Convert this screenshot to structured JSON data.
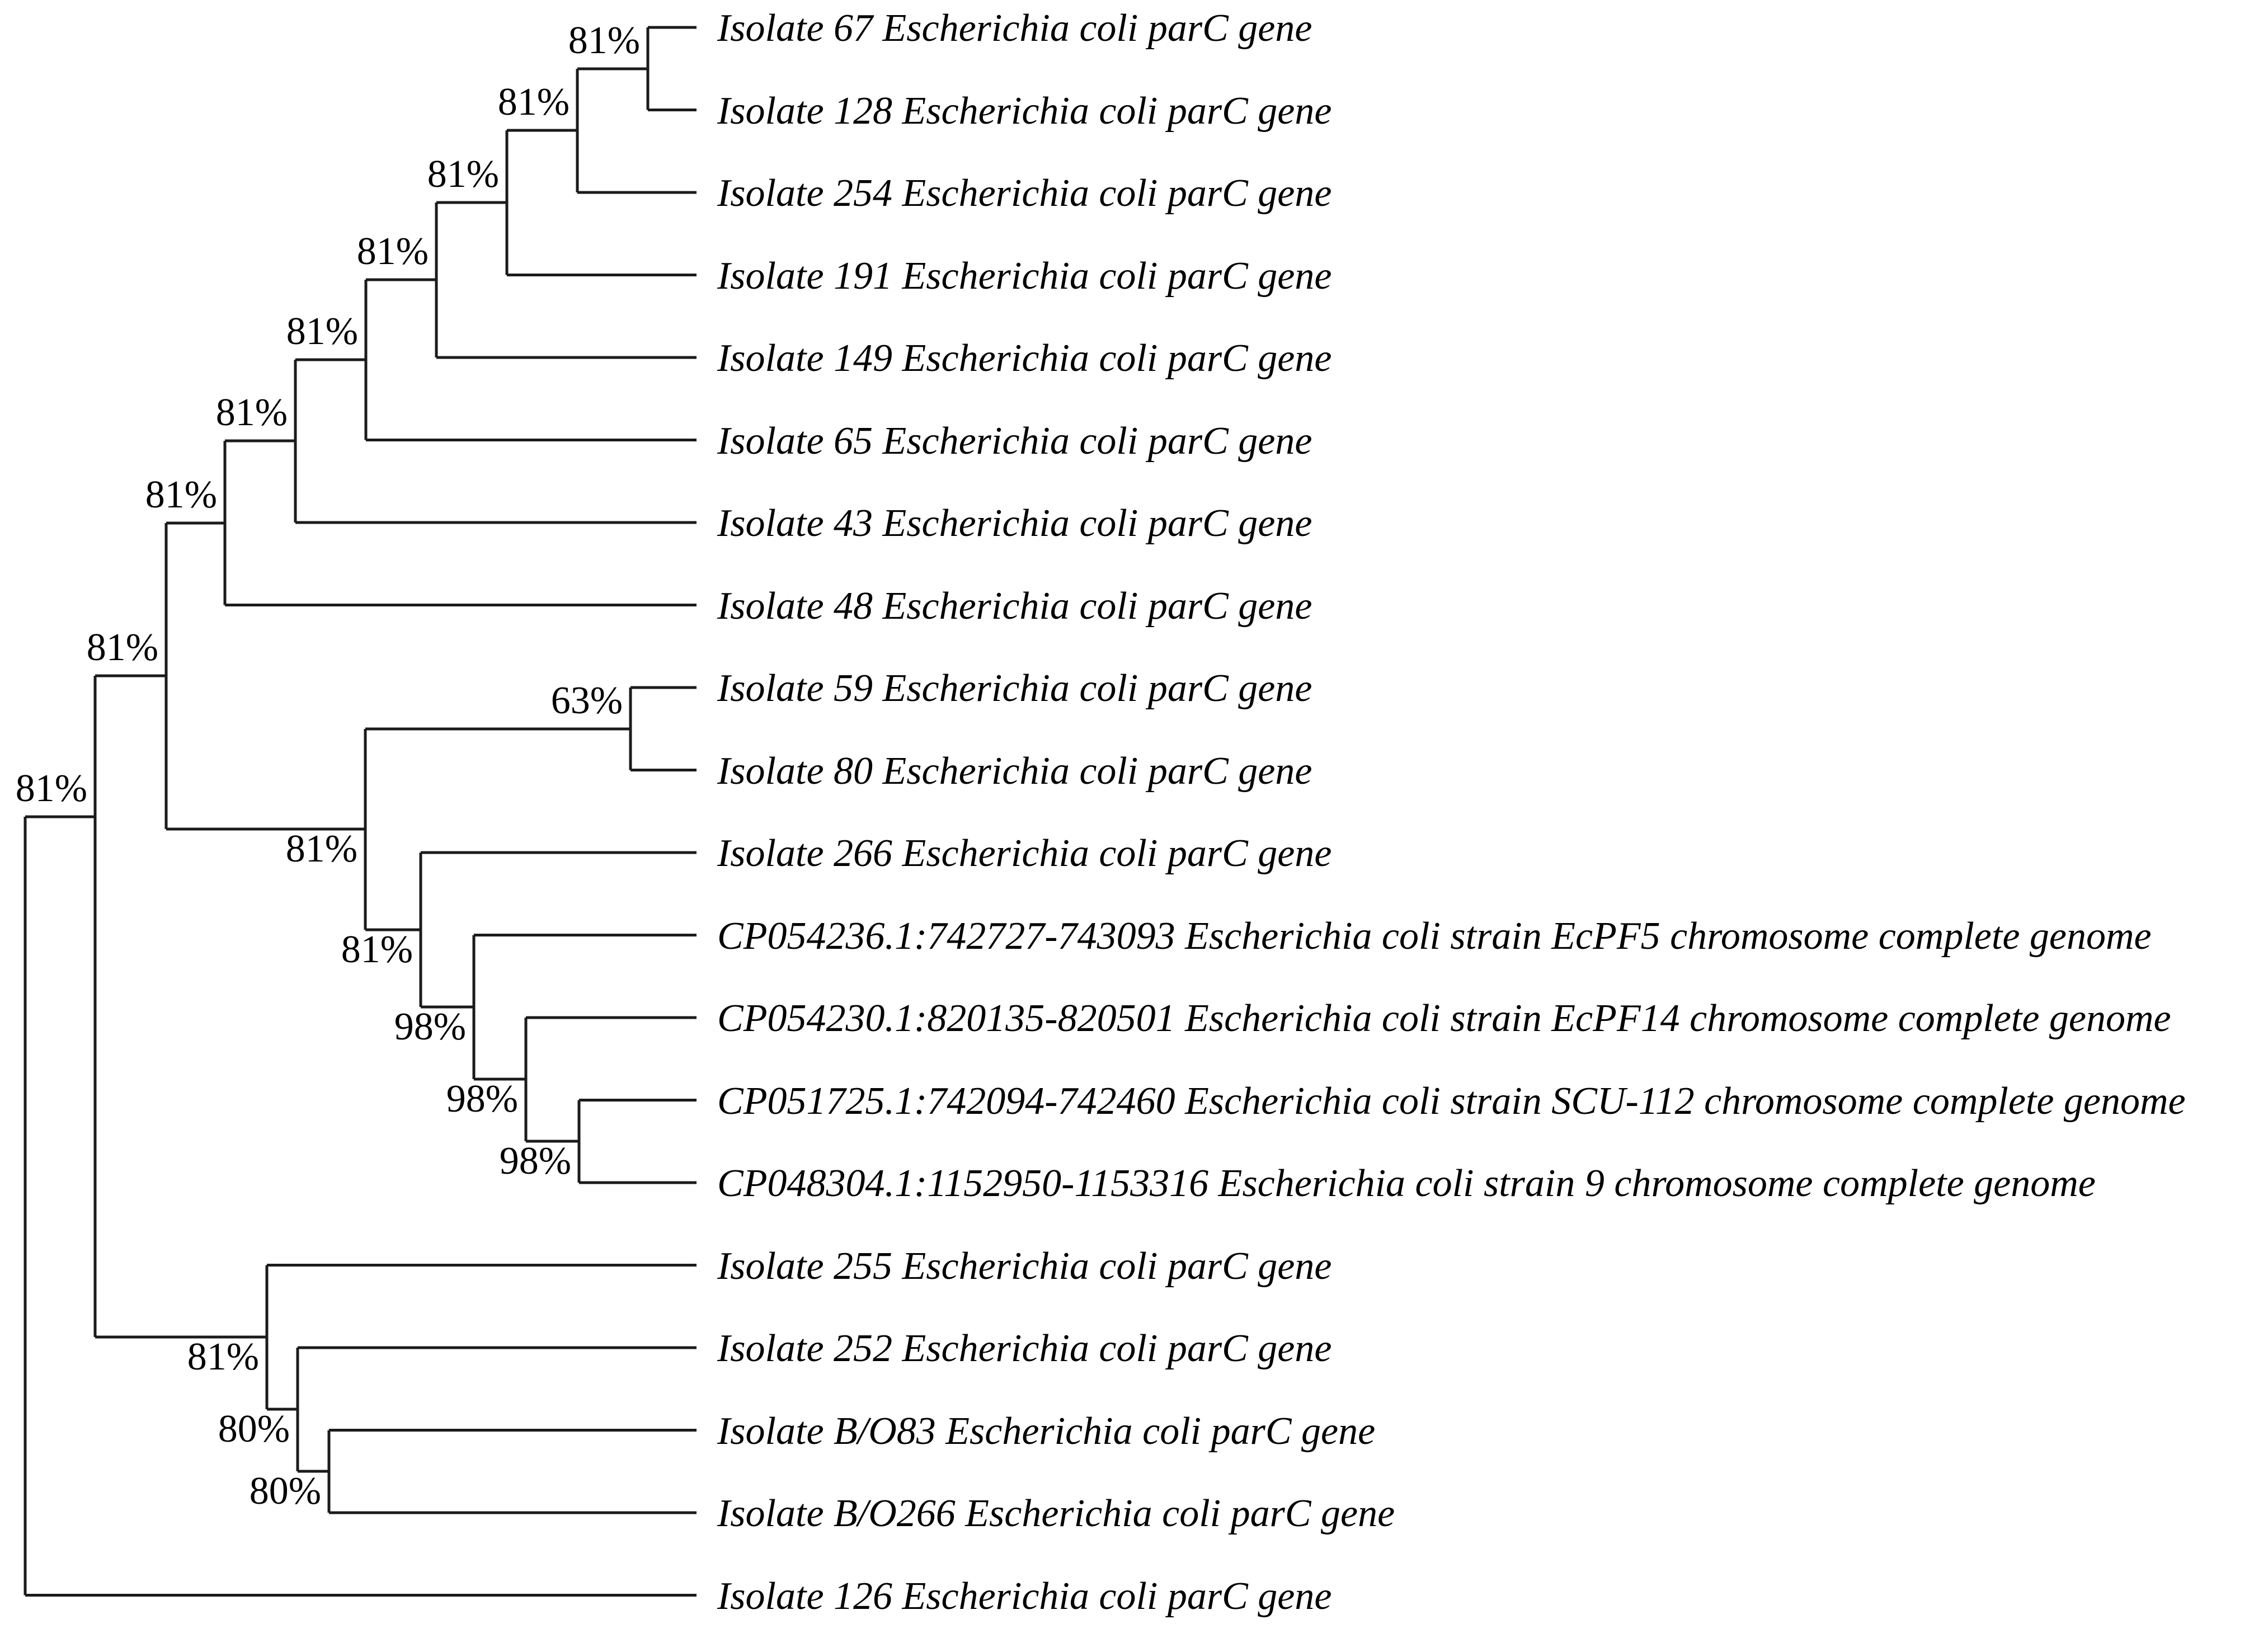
{
  "figure": {
    "type": "phylogenetic-tree-cladogram",
    "background_color": "#ffffff",
    "branch_color": "#1b1b1b",
    "label_color": "#000000"
  },
  "tree": {
    "leaves": [
      {
        "label": "Isolate 67 Escherichia coli parC gene"
      },
      {
        "label": "Isolate 128 Escherichia coli parC gene"
      },
      {
        "label": "Isolate 254 Escherichia coli parC gene"
      },
      {
        "label": "Isolate 191 Escherichia coli parC gene"
      },
      {
        "label": "Isolate 149 Escherichia coli parC gene"
      },
      {
        "label": "Isolate 65 Escherichia coli parC gene"
      },
      {
        "label": "Isolate 43 Escherichia coli parC gene"
      },
      {
        "label": "Isolate 48 Escherichia coli parC gene"
      },
      {
        "label": "Isolate 59 Escherichia coli parC gene"
      },
      {
        "label": "Isolate 80 Escherichia coli parC gene"
      },
      {
        "label": "Isolate 266 Escherichia coli parC gene"
      },
      {
        "label": "CP054236.1:742727-743093 Escherichia coli strain EcPF5 chromosome complete genome"
      },
      {
        "label": "CP054230.1:820135-820501 Escherichia coli strain EcPF14 chromosome complete genome"
      },
      {
        "label": "CP051725.1:742094-742460 Escherichia coli strain SCU-112 chromosome complete genome"
      },
      {
        "label": "CP048304.1:1152950-1153316 Escherichia coli strain 9 chromosome complete genome"
      },
      {
        "label": "Isolate 255 Escherichia coli parC gene"
      },
      {
        "label": "Isolate 252 Escherichia coli parC gene"
      },
      {
        "label": "Isolate B/O83 Escherichia coli parC gene"
      },
      {
        "label": "Isolate B/O266 Escherichia coli parC gene"
      },
      {
        "label": "Isolate 126 Escherichia coli parC gene"
      }
    ],
    "internal_nodes": [
      {
        "clade": "isolate-67-128",
        "bootstrap": "81%"
      },
      {
        "clade": "plus-isolate-254",
        "bootstrap": "81%"
      },
      {
        "clade": "plus-isolate-191",
        "bootstrap": "81%"
      },
      {
        "clade": "plus-isolate-149",
        "bootstrap": "81%"
      },
      {
        "clade": "plus-isolate-65",
        "bootstrap": "81%"
      },
      {
        "clade": "plus-isolate-43",
        "bootstrap": "81%"
      },
      {
        "clade": "plus-isolate-48",
        "bootstrap": "81%"
      },
      {
        "clade": "top-plus-middle-clade",
        "bootstrap": "81%"
      },
      {
        "clade": "upper-plus-bottom-clade",
        "bootstrap": "81%"
      },
      {
        "clade": "isolate-59-80",
        "bootstrap": "63%"
      },
      {
        "clade": "59-80-plus-266-genomes",
        "bootstrap": "81%"
      },
      {
        "clade": "isolate-266-plus-genomes",
        "bootstrap": "81%"
      },
      {
        "clade": "cp054236-plus-rest",
        "bootstrap": "98%"
      },
      {
        "clade": "cp054230-plus-rest",
        "bootstrap": "98%"
      },
      {
        "clade": "cp051725-cp048304",
        "bootstrap": "98%"
      },
      {
        "clade": "isolate-255-plus-rest",
        "bootstrap": "81%"
      },
      {
        "clade": "isolate-252-plus-rest",
        "bootstrap": "80%"
      },
      {
        "clade": "isolate-bo83-bo266",
        "bootstrap": "80%"
      }
    ]
  }
}
